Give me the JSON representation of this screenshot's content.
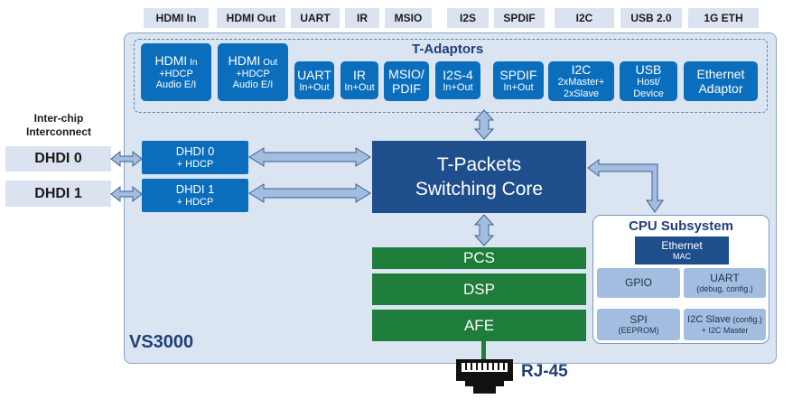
{
  "top_labels": [
    "HDMI In",
    "HDMI Out",
    "UART",
    "IR",
    "MSIO",
    "I2S",
    "SPDIF",
    "I2C",
    "USB 2.0",
    "1G ETH"
  ],
  "chip_name": "VS3000",
  "tadaptors": {
    "title": "T-Adaptors",
    "boxes": [
      {
        "l1": "HDMI",
        "l1s": " In",
        "l2": "+HDCP",
        "l3": "Audio E/I"
      },
      {
        "l1": "HDMI",
        "l1s": " Out",
        "l2": "+HDCP",
        "l3": "Audio E/I"
      },
      {
        "l1": "UART",
        "l2": "In+Out"
      },
      {
        "l1": "IR",
        "l2": "In+Out"
      },
      {
        "l1": "MSIO/",
        "l2": "PDIF"
      },
      {
        "l1": "I2S-4",
        "l2": "In+Out"
      },
      {
        "l1": "SPDIF",
        "l2": "In+Out"
      },
      {
        "l1": "I2C",
        "l2": "2xMaster+",
        "l3": "2xSlave"
      },
      {
        "l1": "USB",
        "l2": "Host/",
        "l3": "Device"
      },
      {
        "l1": "Ethernet",
        "l2": "Adaptor"
      }
    ]
  },
  "interchip": {
    "line1": "Inter-chip",
    "line2": "Interconnect"
  },
  "dhdi_external": [
    "DHDI 0",
    "DHDI 1"
  ],
  "dhdi_internal": [
    {
      "name": "DHDI 0",
      "sub": "+ HDCP"
    },
    {
      "name": "DHDI 1",
      "sub": "+ HDCP"
    }
  ],
  "core": {
    "line1": "T-Packets",
    "line2": "Switching Core"
  },
  "phy": [
    "PCS",
    "DSP",
    "AFE"
  ],
  "rj45": "RJ-45",
  "cpu": {
    "title": "CPU Subsystem",
    "eth_mac": {
      "l1": "Ethernet",
      "l2": "MAC"
    },
    "gpio": "GPIO",
    "uart": {
      "l1": "UART",
      "l2": "(debug, config.)"
    },
    "spi": {
      "l1": "SPI",
      "l2": "(EEPROM)"
    },
    "i2c": {
      "l1": "I2C Slave",
      "l1s": " (config.)",
      "l2": "+ I2C Master"
    }
  },
  "colors": {
    "adaptor_blue": "#0a6ebd",
    "core_navy": "#1f4e8c",
    "phy_green": "#1e7d3a",
    "chip_bg": "#dbe5f1"
  }
}
